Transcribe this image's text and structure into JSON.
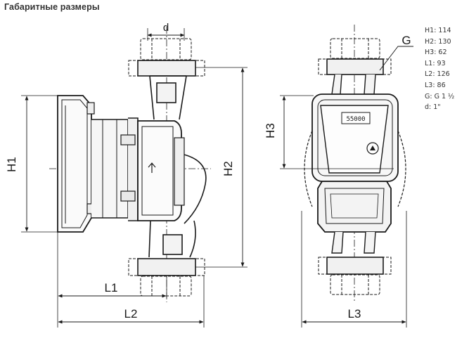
{
  "title": "Габаритные размеры",
  "specs": [
    "H1: 114",
    "H2: 130",
    "H3: 62",
    "L1: 93",
    "L2: 126",
    "L3: 86",
    "G: G 1 ½",
    "d: 1\""
  ],
  "labels": {
    "d": "d",
    "g": "G",
    "h1": "H1",
    "h2": "H2",
    "h3": "H3",
    "l1": "L1",
    "l2": "L2",
    "l3": "L3"
  },
  "display_code": "55000"
}
